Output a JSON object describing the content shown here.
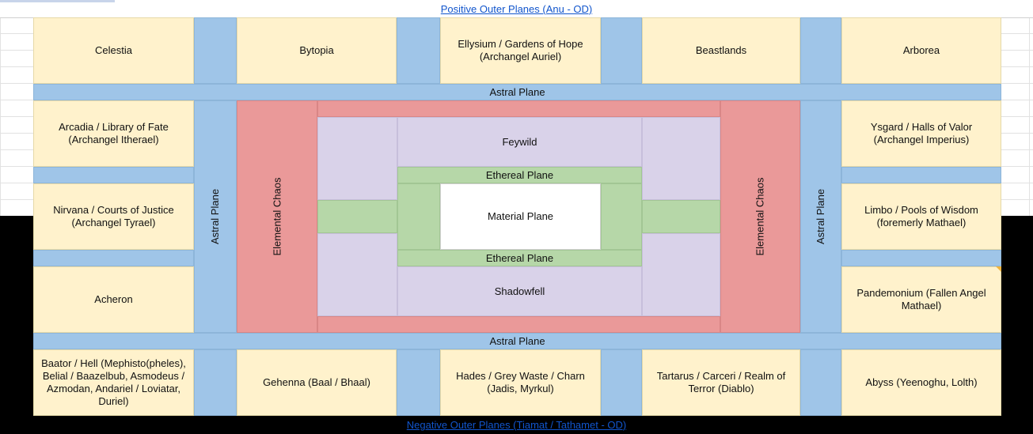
{
  "header_link": "Positive Outer Planes (Anu - OD)",
  "footer_link": "Negative Outer Planes (Tiamat / Tathamet - OD)",
  "top_row": [
    "Celestia",
    "Bytopia",
    "Ellysium / Gardens of Hope (Archangel Auriel)",
    "Beastlands",
    "Arborea"
  ],
  "bottom_row": [
    "Baator / Hell (Mephisto(pheles), Belial / Baazelbub, Asmodeus / Azmodan, Andariel / Loviatar, Duriel)",
    "Gehenna (Baal / Bhaal)",
    "Hades / Grey Waste / Charn (Jadis, Myrkul)",
    "Tartarus / Carceri / Realm of Terror  (Diablo)",
    "Abyss (Yeenoghu, Lolth)"
  ],
  "left_column": [
    "Arcadia / Library of Fate (Archangel Itherael)",
    "Nirvana / Courts of Justice (Archangel Tyrael)",
    "Acheron"
  ],
  "right_column": [
    "Ysgard / Halls of Valor (Archangel Imperius)",
    "Limbo / Pools of Wisdom (foremerly Mathael)",
    "Pandemonium (Fallen Angel Mathael)"
  ],
  "astral_top": "Astral Plane",
  "astral_bottom": "Astral Plane",
  "astral_left": "Astral Plane",
  "astral_right": "Astral Plane",
  "elemental_left": "Elemental Chaos",
  "elemental_right": "Elemental Chaos",
  "feywild": "Feywild",
  "ethereal_top": "Ethereal  Plane",
  "ethereal_bottom": "Ethereal Plane",
  "material": "Material Plane",
  "shadowfell": "Shadowfell",
  "colors": {
    "outer_plane": "#fff2cc",
    "astral": "#9fc5e8",
    "elemental": "#ea9999",
    "fey_shadow": "#d9d2e9",
    "ethereal": "#b6d7a8",
    "material": "#ffffff",
    "link": "#1155cc"
  }
}
